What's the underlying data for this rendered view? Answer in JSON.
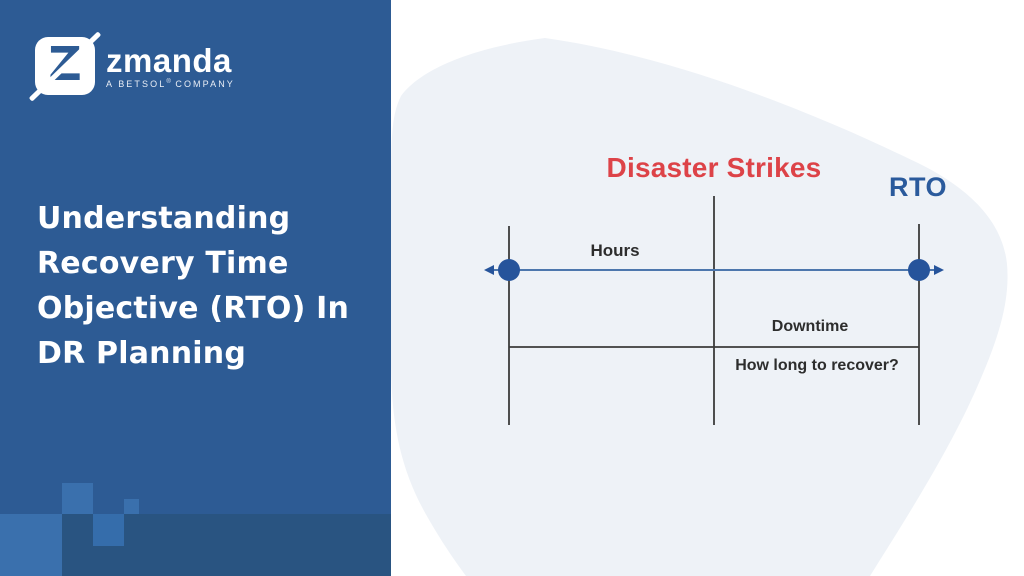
{
  "brand": {
    "logo_letter": "Z",
    "name": "zmanda",
    "tagline_prefix": "A BETSOL",
    "tagline_mark": "®",
    "tagline_suffix": "COMPANY"
  },
  "left_panel": {
    "title_lines": [
      "Understanding",
      "Recovery Time",
      "Objective (RTO) In",
      "DR Planning"
    ]
  },
  "diagram": {
    "event_label": "Disaster Strikes",
    "rto_label": "RTO",
    "hours_label": "Hours",
    "downtime_label": "Downtime",
    "recover_question": "How long to recover?"
  },
  "colors": {
    "panel_blue": "#2d5b94",
    "accent_red": "#dd4348",
    "accent_blue": "#2a5a9c",
    "timeline_blue": "#4d77ad",
    "marker_navy": "#26549b",
    "blob_background": "#eef2f7",
    "line_dark": "#3b3b3b",
    "square_light": "#3a70ad",
    "square_dark": "#295481"
  }
}
